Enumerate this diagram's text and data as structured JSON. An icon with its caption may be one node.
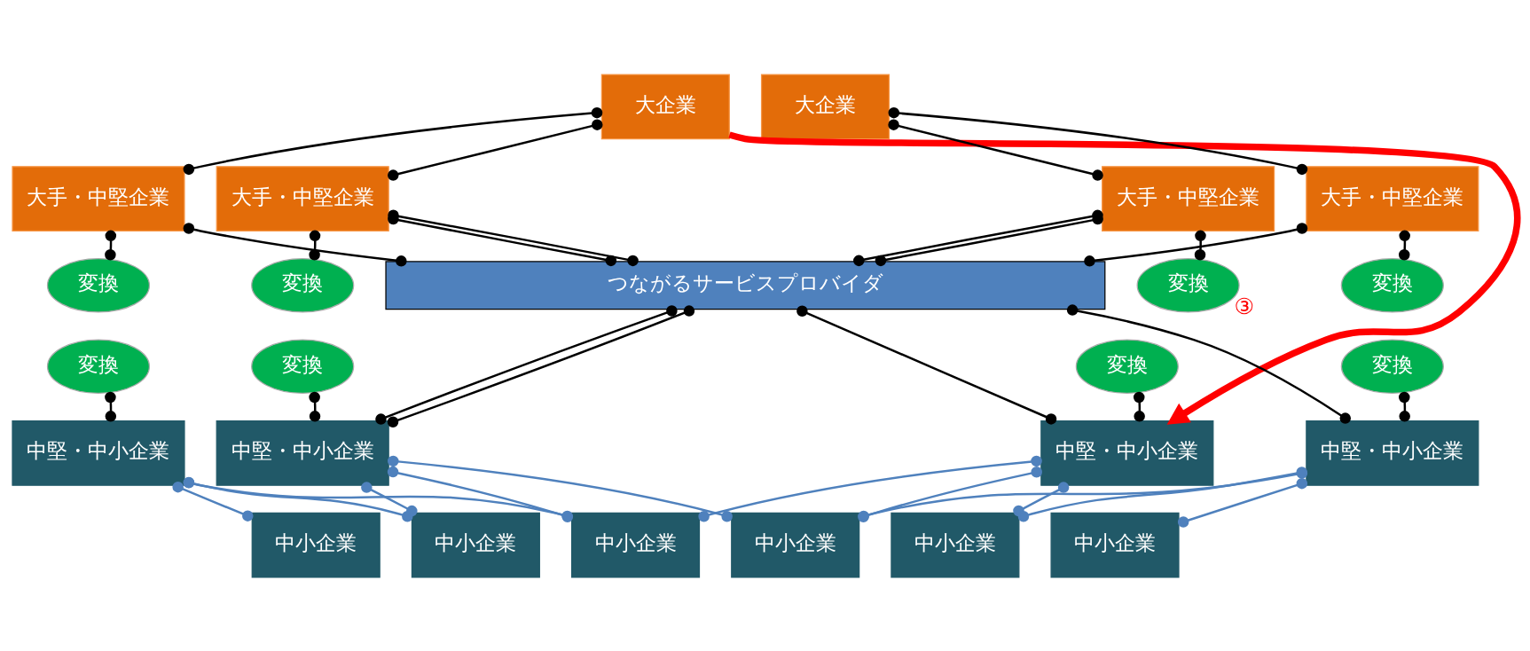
{
  "diagram": {
    "nodes": [
      {
        "text": [
          "大企業"
        ]
      },
      {
        "text": [
          "大企業"
        ]
      },
      {
        "text": [
          "大手・中堅企業"
        ]
      },
      {
        "text": [
          "大手・中堅企業"
        ]
      },
      {
        "text": [
          "大手・中堅企業"
        ]
      },
      {
        "text": [
          "大手・中堅企業"
        ]
      },
      {
        "text": [
          "変換"
        ]
      },
      {
        "text": [
          "変換"
        ]
      },
      {
        "text": [
          "変換"
        ]
      },
      {
        "text": [
          "変換"
        ]
      },
      {
        "text": [
          "つながるサービスプロバイダ"
        ]
      },
      {
        "text": [
          "変換"
        ]
      },
      {
        "text": [
          "変換"
        ]
      },
      {
        "text": [
          "変換"
        ]
      },
      {
        "text": [
          "変換"
        ]
      },
      {
        "text": [
          "中堅・中小企業"
        ]
      },
      {
        "text": [
          "中堅・中小企業"
        ]
      },
      {
        "text": [
          "中堅・中小企業"
        ]
      },
      {
        "text": [
          "中堅・中小企業"
        ]
      },
      {
        "text": [
          "中小企業"
        ]
      },
      {
        "text": [
          "中小企業"
        ]
      },
      {
        "text": [
          "中小企業"
        ]
      },
      {
        "text": [
          "中小企業"
        ]
      },
      {
        "text": [
          "中小企業"
        ]
      },
      {
        "text": [
          "中小企業"
        ]
      }
    ],
    "edges": [
      {
        "from": 0,
        "to": 2,
        "arrow": "other"
      },
      {
        "from": 0,
        "to": 3,
        "arrow": "other"
      },
      {
        "from": 1,
        "to": 4,
        "arrow": "other"
      },
      {
        "from": 1,
        "to": 5,
        "arrow": "other"
      },
      {
        "from": 2,
        "to": 6,
        "arrow": "other"
      },
      {
        "from": 3,
        "to": 7,
        "arrow": "other"
      },
      {
        "from": 4,
        "to": 8,
        "arrow": "other"
      },
      {
        "from": 5,
        "to": 9,
        "arrow": "other"
      },
      {
        "from": 2,
        "to": 10,
        "arrow": "other"
      },
      {
        "from": 3,
        "to": 10,
        "arrow": "other"
      },
      {
        "from": 3,
        "to": 10,
        "arrow": "other"
      },
      {
        "from": 4,
        "to": 10,
        "arrow": "other"
      },
      {
        "from": 4,
        "to": 10,
        "arrow": "other"
      },
      {
        "from": 5,
        "to": 10,
        "arrow": "other"
      },
      {
        "from": 11,
        "to": 15,
        "arrow": "other"
      },
      {
        "from": 12,
        "to": 16,
        "arrow": "other"
      },
      {
        "from": 13,
        "to": 17,
        "arrow": "other"
      },
      {
        "from": 14,
        "to": 18,
        "arrow": "other"
      },
      {
        "from": 10,
        "to": 16,
        "arrow": "other"
      },
      {
        "from": 10,
        "to": 16,
        "arrow": "other"
      },
      {
        "from": 10,
        "to": 17,
        "arrow": "other"
      },
      {
        "from": 10,
        "to": 18,
        "arrow": "other"
      },
      {
        "from": 0,
        "to": 17,
        "arrow": "to",
        "label": "③",
        "style": "thick",
        "color": "#ff0000"
      },
      {
        "from": 15,
        "to": 19,
        "arrow": "other",
        "color": "#4f81bd"
      },
      {
        "from": 15,
        "to": 20,
        "arrow": "other",
        "color": "#4f81bd"
      },
      {
        "from": 15,
        "to": 21,
        "arrow": "other",
        "color": "#4f81bd"
      },
      {
        "from": 16,
        "to": 20,
        "arrow": "other",
        "color": "#4f81bd"
      },
      {
        "from": 16,
        "to": 21,
        "arrow": "other",
        "color": "#4f81bd"
      },
      {
        "from": 16,
        "to": 22,
        "arrow": "other",
        "color": "#4f81bd"
      },
      {
        "from": 17,
        "to": 21,
        "arrow": "other",
        "color": "#4f81bd"
      },
      {
        "from": 17,
        "to": 22,
        "arrow": "other",
        "color": "#4f81bd"
      },
      {
        "from": 17,
        "to": 23,
        "arrow": "other",
        "color": "#4f81bd"
      },
      {
        "from": 18,
        "to": 22,
        "arrow": "other",
        "color": "#4f81bd"
      },
      {
        "from": 18,
        "to": 23,
        "arrow": "other",
        "color": "#4f81bd"
      },
      {
        "from": 18,
        "to": 24,
        "arrow": "other",
        "color": "#4f81bd"
      }
    ]
  }
}
